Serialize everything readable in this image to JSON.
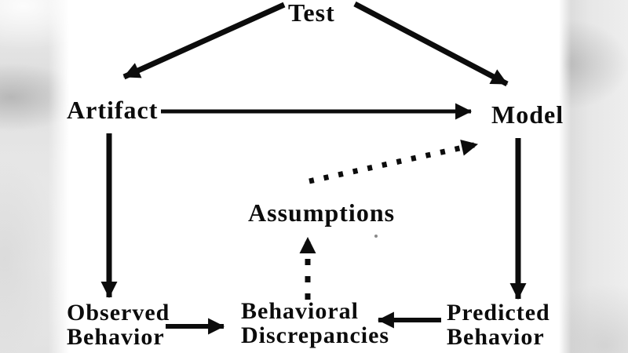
{
  "diagram": {
    "nodes": {
      "test": {
        "label": "Test"
      },
      "artifact": {
        "label": "Artifact"
      },
      "model": {
        "label": "Model"
      },
      "assumptions": {
        "label": "Assumptions"
      },
      "observed_behavior": {
        "lines": [
          "Observed",
          "Behavior"
        ]
      },
      "behavioral_discrepancies": {
        "lines": [
          "Behavioral",
          "Discrepancies"
        ]
      },
      "predicted_behavior": {
        "lines": [
          "Predicted",
          "Behavior"
        ]
      }
    },
    "edges": [
      {
        "from": "Test",
        "to": "Artifact",
        "style": "solid"
      },
      {
        "from": "Test",
        "to": "Model",
        "style": "solid"
      },
      {
        "from": "Artifact",
        "to": "Model",
        "style": "solid"
      },
      {
        "from": "Artifact",
        "to": "Observed Behavior",
        "style": "solid"
      },
      {
        "from": "Model",
        "to": "Predicted Behavior",
        "style": "solid"
      },
      {
        "from": "Observed Behavior",
        "to": "Behavioral Discrepancies",
        "style": "solid"
      },
      {
        "from": "Predicted Behavior",
        "to": "Behavioral Discrepancies",
        "style": "solid"
      },
      {
        "from": "Behavioral Discrepancies",
        "to": "Assumptions",
        "style": "dotted"
      },
      {
        "from": "Assumptions",
        "to": "Model",
        "style": "dotted"
      }
    ]
  },
  "colors": {
    "ink": "#0c0c0c",
    "canvas": "#ffffff",
    "blur_band": "#d9d9d9"
  }
}
